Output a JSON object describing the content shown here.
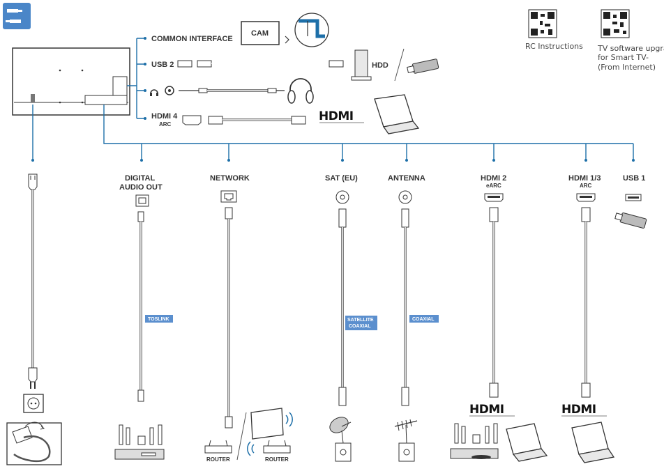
{
  "top_ports": {
    "common_interface": "COMMON INTERFACE",
    "cam": "CAM",
    "usb2": "USB 2",
    "hdd": "HDD",
    "hdmi4": "HDMI 4",
    "hdmi4_sub": "ARC"
  },
  "qr": {
    "rc_instructions": "RC Instructions",
    "tv_software_line1": "TV software upgra",
    "tv_software_line2": "for Smart TV-",
    "tv_software_line3": "(From Internet)"
  },
  "bottom_ports": {
    "digital_audio_line1": "DIGITAL",
    "digital_audio_line2": "AUDIO OUT",
    "network": "NETWORK",
    "sat": "SAT (EU)",
    "antenna": "ANTENNA",
    "hdmi2": "HDMI 2",
    "hdmi2_sub": "eARC",
    "hdmi13": "HDMI 1/3",
    "hdmi13_sub": "ARC",
    "usb1": "USB 1"
  },
  "cable_tags": {
    "toslink": "TOSLINK",
    "satellite_line1": "SATELLITE",
    "satellite_line2": "COAXIAL",
    "coaxial": "COAXIAL"
  },
  "devices": {
    "router1": "ROUTER",
    "router2": "ROUTER"
  },
  "logos": {
    "hdmi_logo": "HDMI"
  },
  "colors": {
    "accent": "#1d6fa8",
    "tag_bg": "#5b8fce",
    "corner_icon_bg": "#4a86c8"
  }
}
